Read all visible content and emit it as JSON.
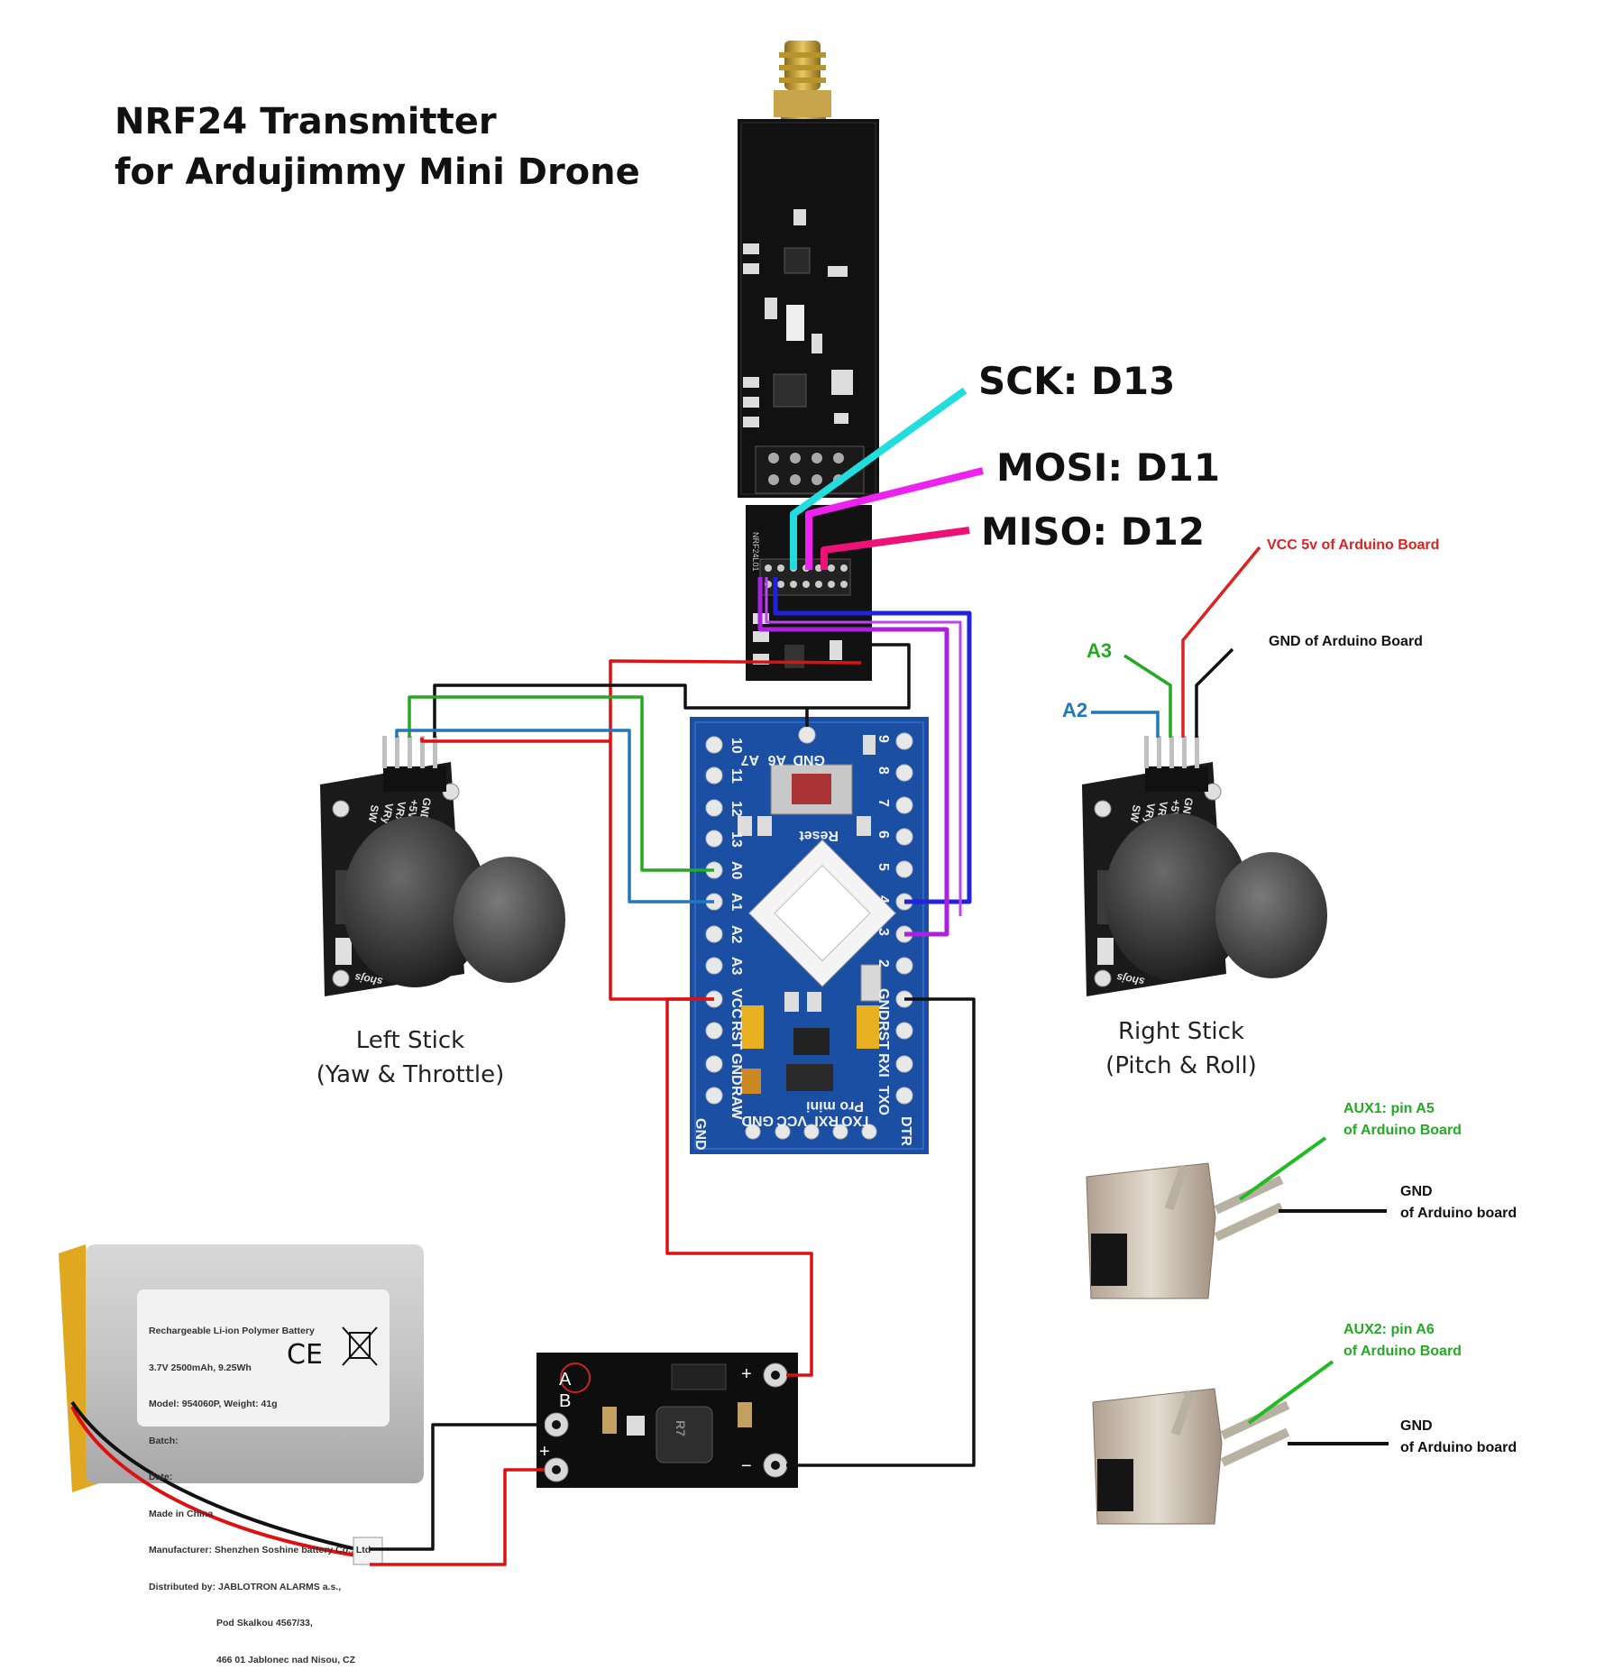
{
  "title": {
    "line1": "NRF24 Transmitter",
    "line2": "for Ardujimmy Mini Drone"
  },
  "spi_labels": {
    "sck": "SCK: D13",
    "mosi": "MOSI: D11",
    "miso": "MISO: D12"
  },
  "right_stick_notes": {
    "vcc": "VCC 5v of Arduino Board",
    "gnd": "GND of Arduino Board",
    "a3": "A3",
    "a2": "A2"
  },
  "stick_captions": {
    "left_line1": "Left Stick",
    "left_line2": "(Yaw & Throttle)",
    "right_line1": "Right Stick",
    "right_line2": "(Pitch & Roll)"
  },
  "aux_switches": {
    "aux1_line1": "AUX1: pin A5",
    "aux1_line2": "of Arduino Board",
    "aux1_gnd_line1": "GND",
    "aux1_gnd_line2": "of Arduino board",
    "aux2_line1": "AUX2: pin A6",
    "aux2_line2": "of Arduino Board",
    "aux2_gnd_line1": "GND",
    "aux2_gnd_line2": "of Arduino board"
  },
  "battery_label": {
    "line1": "Rechargeable Li-ion Polymer Battery",
    "line2": "3.7V 2500mAh, 9.25Wh",
    "line3": "Model: 954060P, Weight: 41g",
    "line4": "Batch:",
    "line5": "Date:",
    "line6": "Made in China",
    "line7": "Manufacturer: Shenzhen Soshine battery Co., Ltd",
    "line8": "Distributed by: JABLOTRON ALARMS a.s.,",
    "line9": "Pod Skalkou 4567/33,",
    "line10": "466 01 Jablonec nad Nisou, CZ",
    "ce_mark": "CE"
  },
  "arduino_silkscreen": {
    "left_pins": [
      "10",
      "11",
      "12",
      "13",
      "A0",
      "A1",
      "A2",
      "A3",
      "VCC",
      "RST",
      "GND",
      "RAW"
    ],
    "right_pins": [
      "9",
      "8",
      "7",
      "6",
      "5",
      "4",
      "3",
      "2",
      "GND",
      "RST",
      "RXI",
      "TXO"
    ],
    "top_pins": [
      "A7",
      "A6",
      "GND"
    ],
    "bottom_pins": [
      "TXO",
      "RXI",
      "VCC",
      "GND"
    ],
    "board_name": "Pro mini",
    "reset": "Reset",
    "dtr": "DTR",
    "gnd_corner": "GND"
  },
  "joystick_silkscreen": {
    "pins": [
      "SW",
      "VRy",
      "VRx",
      "+5V",
      "GND"
    ],
    "brand": "shojs"
  },
  "nrf_adapter_silkscreen": {
    "name": "NRF24L01"
  },
  "booster_silkscreen": {
    "a": "A",
    "b": "B",
    "plus": "+",
    "minus": "−",
    "in_plus": "+",
    "chip": "R7"
  },
  "wire_colors": {
    "sck": "#22dddd",
    "mosi": "#ee22ee",
    "miso": "#ee1177",
    "vcc": "#dd1111",
    "gnd": "#111111",
    "a0": "#22aa22",
    "a1": "#2277bb",
    "csn": "#2222dd",
    "ce": "#aa22dd",
    "aux_signal": "#22bb22",
    "label_red": "#dd2222",
    "label_green": "#22aa22",
    "label_blue": "#2277bb"
  }
}
